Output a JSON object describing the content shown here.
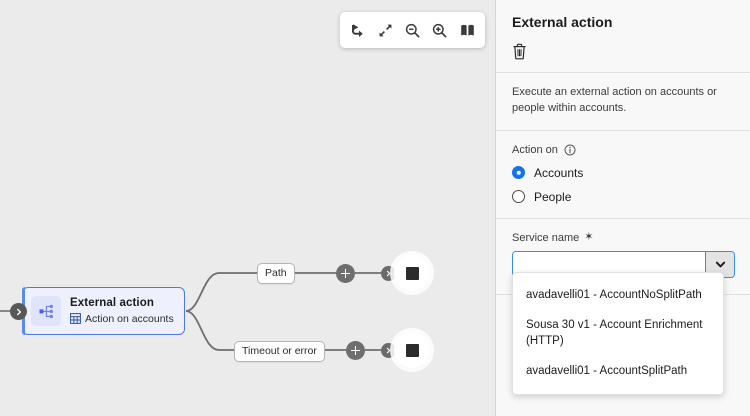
{
  "canvas": {
    "toolbar": {
      "buttons": [
        {
          "name": "undo-redo-icon",
          "label": "Undo"
        },
        {
          "name": "fit-to-screen-icon",
          "label": "Fit to screen"
        },
        {
          "name": "zoom-out-icon",
          "label": "Zoom out"
        },
        {
          "name": "zoom-in-icon",
          "label": "Zoom in"
        },
        {
          "name": "map-overview-icon",
          "label": "Map overview"
        }
      ]
    },
    "node": {
      "title": "External action",
      "subtitle": "Action on accounts",
      "icon": "branch-split-icon",
      "subtitle_icon": "grid-table-icon"
    },
    "branches": [
      {
        "label": "Path"
      },
      {
        "label": "Timeout or error"
      }
    ],
    "colors": {
      "canvas_background": "#ebebeb",
      "node_fill": "#eef1fd",
      "node_border": "#4b7ae0",
      "edge": "#6e6e6e"
    }
  },
  "panel": {
    "title": "External action",
    "delete_icon": "trash-icon",
    "description": "Execute an external action on accounts or people within accounts.",
    "action_on": {
      "label": "Action on",
      "info_icon": "info-icon",
      "options": [
        {
          "label": "Accounts",
          "checked": true
        },
        {
          "label": "People",
          "checked": false
        }
      ]
    },
    "service_name": {
      "label": "Service name",
      "required_marker": "✶",
      "value": "",
      "placeholder": "",
      "toggle_icon": "chevron-down-icon",
      "options": [
        "avadavelli01 - AccountNoSplitPath",
        "Sousa 30 v1 - Account Enrichment (HTTP)",
        "avadavelli01 - AccountSplitPath"
      ]
    },
    "colors": {
      "panel_background": "#f8f8f8",
      "accent": "#1473e6",
      "focus_border": "#3a8bf0"
    }
  }
}
